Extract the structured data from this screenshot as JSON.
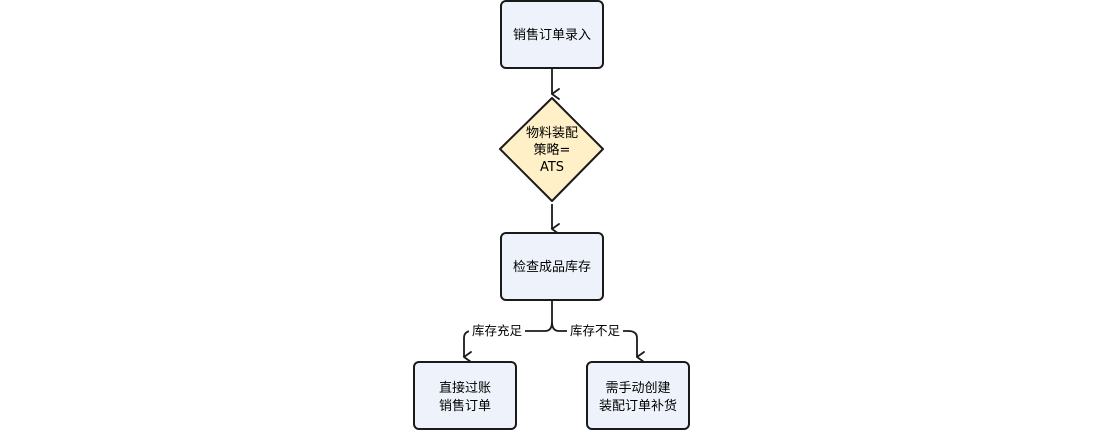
{
  "diagram": {
    "nodes": {
      "order_entry": {
        "lines": [
          "销售订单录入"
        ]
      },
      "decision": {
        "lines": [
          "物料装配",
          "策略=",
          "ATS"
        ]
      },
      "check_stock": {
        "lines": [
          "检查成品库存"
        ]
      },
      "direct_post": {
        "lines": [
          "直接过账",
          "销售订单"
        ]
      },
      "manual_create": {
        "lines": [
          "需手动创建",
          "装配订单补货"
        ]
      }
    },
    "edges": {
      "sufficient": "库存充足",
      "insufficient": "库存不足"
    },
    "colors": {
      "box_fill": "#eef3fb",
      "diamond_fill": "#fff0c7",
      "stroke": "#1a1a1a"
    }
  }
}
